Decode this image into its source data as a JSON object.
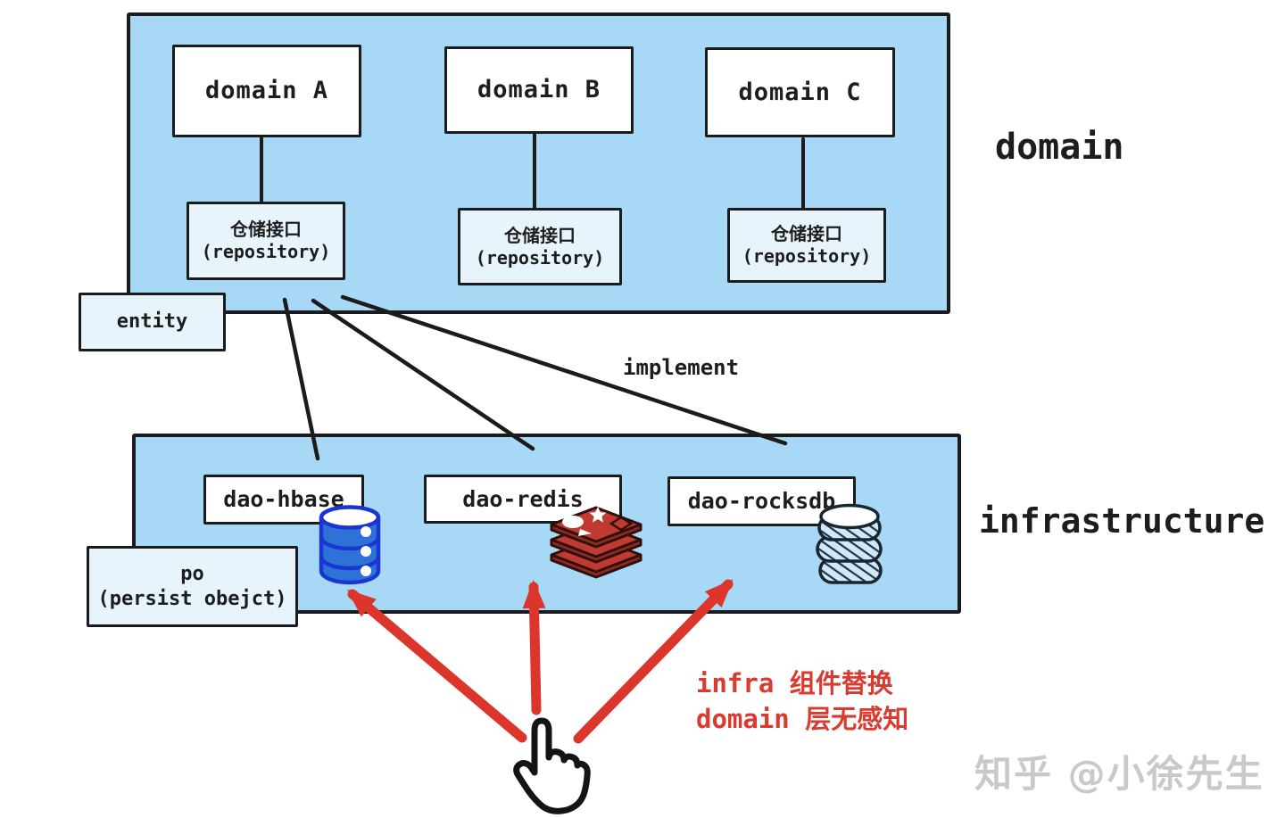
{
  "domain_layer": {
    "label": "domain",
    "services": [
      {
        "name": "domain A"
      },
      {
        "name": "domain B"
      },
      {
        "name": "domain C"
      }
    ],
    "repository": {
      "title": "仓储接口",
      "subtitle": "(repository)"
    },
    "entity_label": "entity"
  },
  "infra_layer": {
    "label": "infrastructure",
    "daos": [
      {
        "name": "dao-hbase",
        "icon": "hbase-database-icon"
      },
      {
        "name": "dao-redis",
        "icon": "redis-stack-icon"
      },
      {
        "name": "dao-rocksdb",
        "icon": "rocksdb-database-icon"
      }
    ],
    "po": {
      "title": "po",
      "subtitle": "(persist obejct)"
    }
  },
  "implement_label": "implement",
  "annotation": {
    "line1": "infra 组件替换",
    "line2": "domain 层无感知",
    "color": "#d93b31"
  },
  "watermark": "知乎 @小徐先生",
  "colors": {
    "layer_fill": "#a7d8f6",
    "light_box_fill": "#e8f4fc",
    "border": "#1b1b1b",
    "annotation_red": "#d93b31",
    "hbase_blue": "#2e72d8",
    "redis_red": "#bf3a31",
    "rocksdb_fill": "#cfe8fa"
  }
}
